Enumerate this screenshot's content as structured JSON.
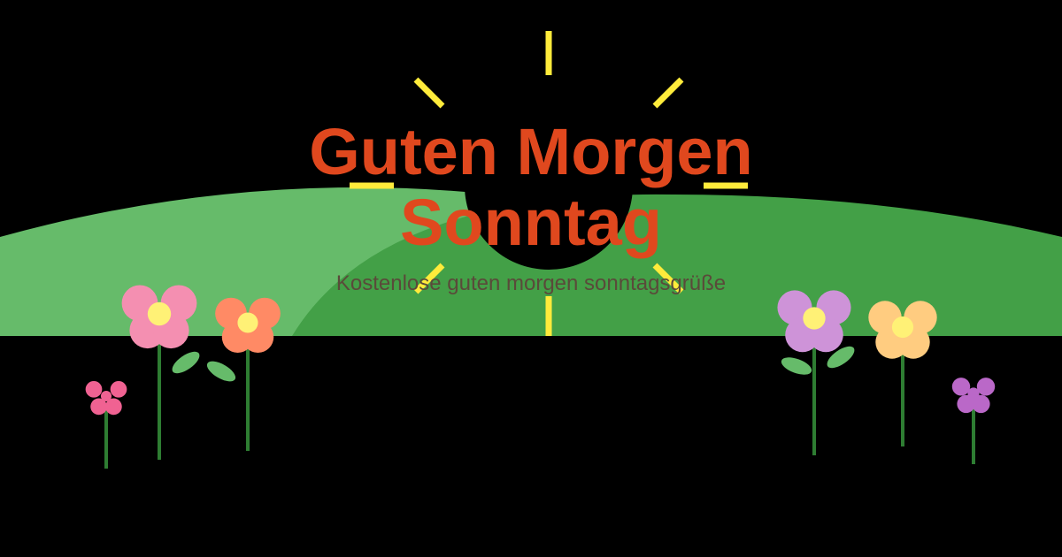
{
  "title": {
    "line1": "Guten Morgen",
    "line2": "Sonntag",
    "color": "#e0481e"
  },
  "subtitle": {
    "text": "Kostenlose guten morgen sonntagsgrüße",
    "color": "#5a4a3a"
  },
  "colors": {
    "background": "#000000",
    "hill_light": "#66bb6a",
    "hill_dark": "#43a047",
    "sun_rays": "#ffeb3b",
    "stem": "#2e7d32",
    "leaf": "#66bb6a",
    "flower_center": "#fff176"
  },
  "flowers": [
    {
      "name": "small-pink-flower",
      "petal": "#f06292"
    },
    {
      "name": "pink-flower",
      "petal": "#f48fb1"
    },
    {
      "name": "coral-flower",
      "petal": "#ff8a65"
    },
    {
      "name": "lilac-flower",
      "petal": "#ce93d8"
    },
    {
      "name": "peach-flower",
      "petal": "#ffcc80"
    },
    {
      "name": "small-purple-flower",
      "petal": "#ba68c8"
    }
  ]
}
